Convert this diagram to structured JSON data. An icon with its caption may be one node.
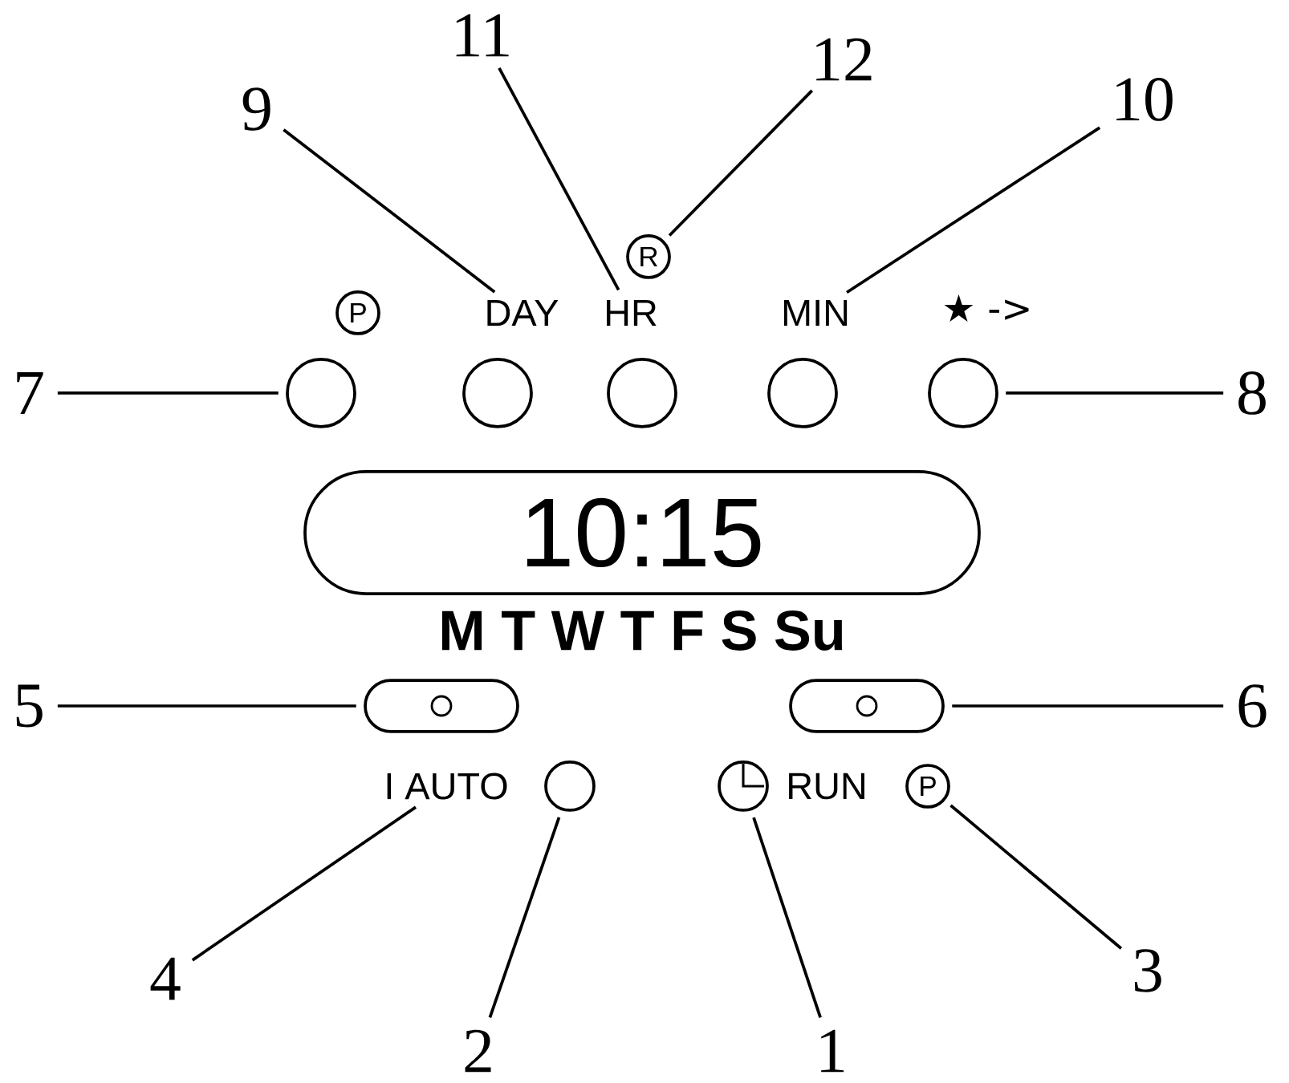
{
  "diagram": {
    "nodes": [
      {
        "text": [
          "11"
        ]
      },
      {
        "text": [
          "12"
        ]
      },
      {
        "text": [
          "10"
        ]
      },
      {
        "text": [
          "9"
        ]
      },
      {
        "text": [
          "R"
        ]
      },
      {
        "text": [
          "DAY"
        ]
      },
      {
        "text": [
          "HR"
        ]
      },
      {
        "text": [
          "MIN"
        ]
      },
      {
        "text": [
          "7"
        ]
      },
      {
        "text": [],
        "shape": "circle"
      },
      {
        "text": [],
        "shape": "circle"
      },
      {
        "text": [],
        "shape": "circle"
      },
      {
        "text": [],
        "shape": "circle"
      },
      {
        "text": [],
        "shape": "circle"
      },
      {
        "text": [
          "8"
        ]
      },
      {
        "text": [
          "10:15"
        ]
      },
      {
        "text": [
          "5"
        ]
      },
      {
        "text": [],
        "shape": "box"
      },
      {
        "text": [],
        "shape": "box"
      },
      {
        "text": [
          "6"
        ]
      },
      {
        "text": [
          "I AUTO"
        ]
      },
      {
        "text": [],
        "shape": "circle"
      },
      {
        "text": [],
        "shape": "picture"
      },
      {
        "text": [
          "P"
        ]
      },
      {
        "text": [
          "3"
        ]
      },
      {
        "text": [
          "4"
        ]
      },
      {
        "text": [
          "2"
        ]
      },
      {
        "text": [
          "1"
        ]
      }
    ],
    "edges": [
      {
        "from": 3,
        "to": 5,
        "arrow": "none"
      },
      {
        "from": 0,
        "to": 6,
        "arrow": "none"
      },
      {
        "from": 1,
        "to": 4,
        "arrow": "none"
      },
      {
        "from": 2,
        "to": 7,
        "arrow": "none"
      },
      {
        "from": 8,
        "to": 9,
        "arrow": "none"
      },
      {
        "from": 14,
        "to": 13,
        "arrow": "none"
      },
      {
        "from": 16,
        "to": 17,
        "arrow": "none"
      },
      {
        "from": 19,
        "to": 18,
        "arrow": "none"
      },
      {
        "from": 25,
        "to": 20,
        "arrow": "none"
      },
      {
        "from": 26,
        "to": 21,
        "arrow": "none"
      },
      {
        "from": 27,
        "to": 22,
        "arrow": "none"
      },
      {
        "from": 24,
        "to": 23,
        "arrow": "none"
      }
    ],
    "labels": [
      "P",
      "★ ->",
      "M T W T F S Su",
      "RUN"
    ]
  }
}
